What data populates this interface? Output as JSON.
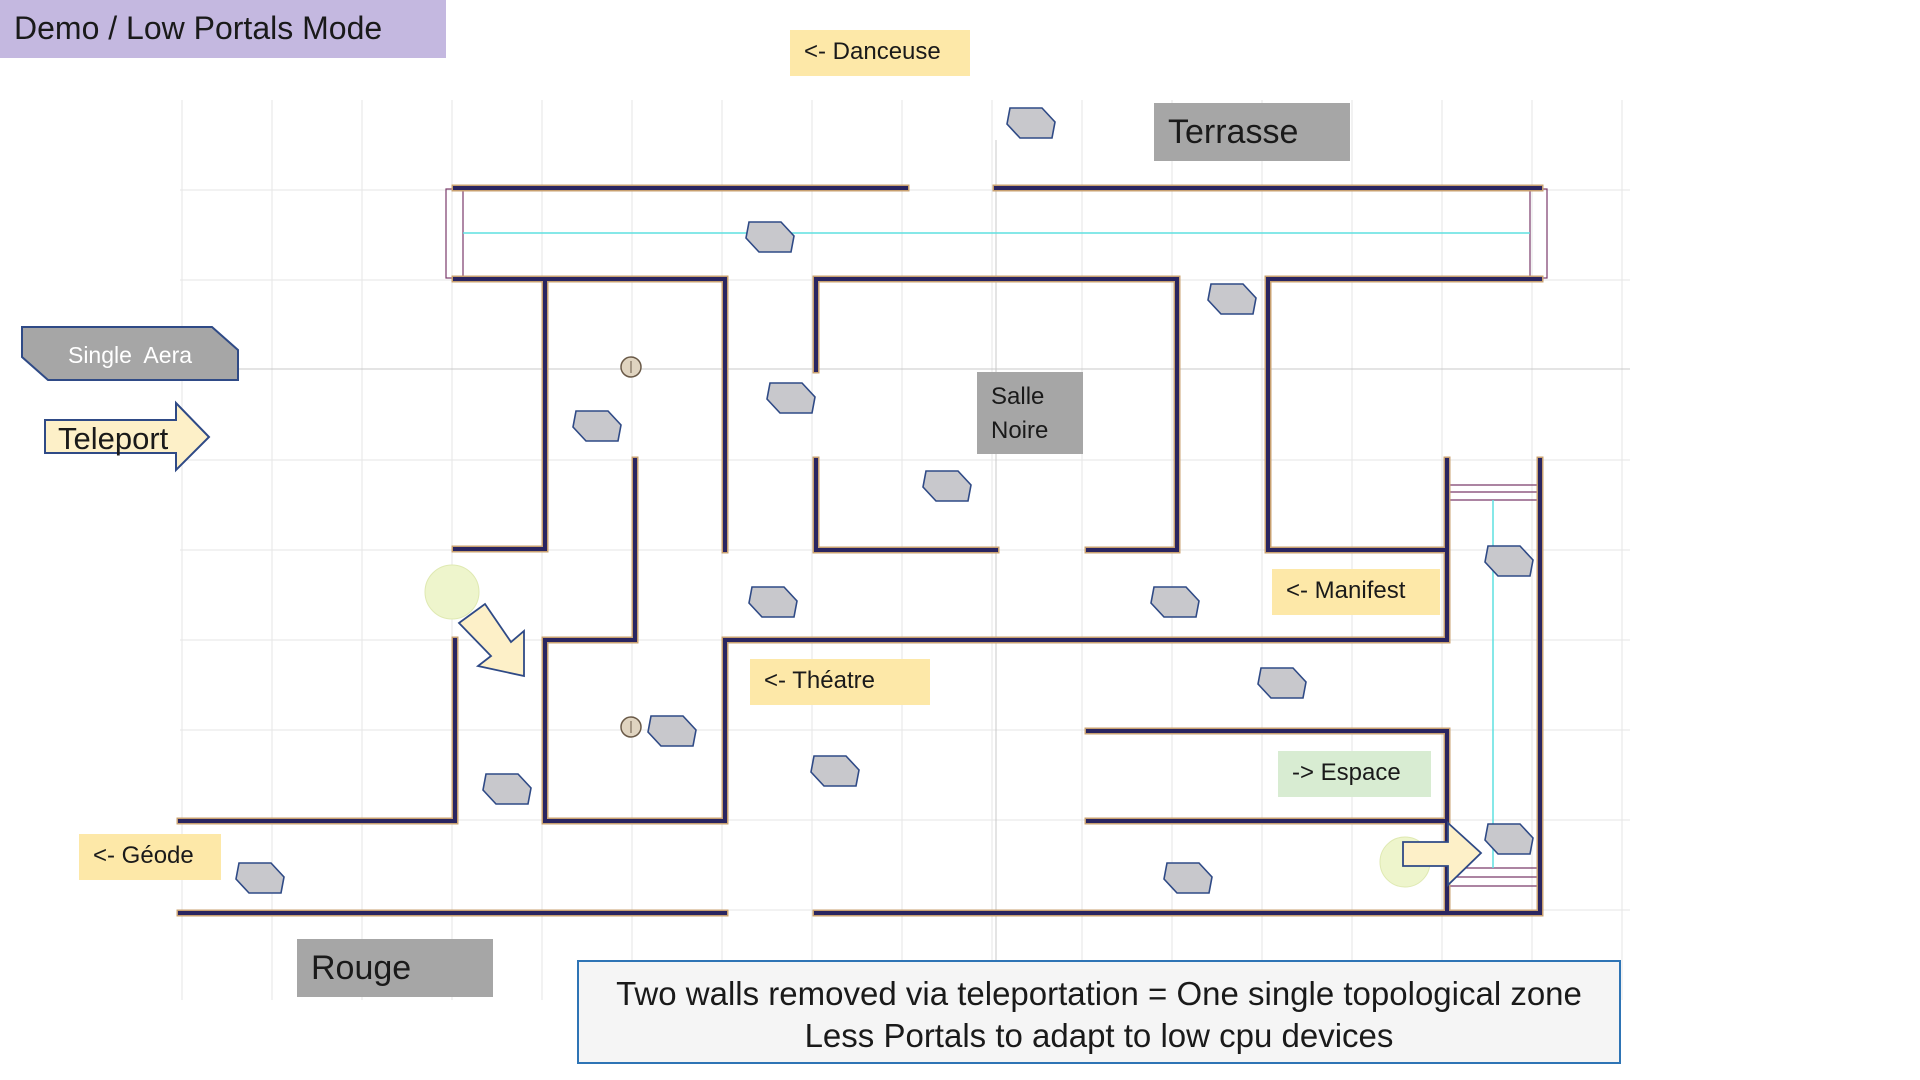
{
  "title": "Demo / Low Portals Mode",
  "labels": {
    "danceuse": "<- Danceuse",
    "terrasse": "Terrasse",
    "salle_noire_line1": "Salle",
    "salle_noire_line2": "Noire",
    "manifest": "<- Manifest",
    "theatre": "<- Théatre",
    "espace": "-> Espace",
    "geode": "<- Géode",
    "rouge": "Rouge"
  },
  "legend": {
    "single_area": "Single  Aera",
    "teleport": "Teleport"
  },
  "note": {
    "line1": "Two walls removed via teleportation = One single topological zone",
    "line2": "Less Portals to adapt to low cpu devices"
  },
  "colors": {
    "wall": "#2a2560",
    "wall_edge": "#c8a070",
    "portal_line": "#5fe0e0",
    "marker_fill": "#c8c8cc",
    "marker_stroke": "#2f4a86",
    "arrow_fill": "#fdf0c8",
    "grid": "#e4e4e4",
    "title_bg": "#c4b8e0",
    "yellow_tag": "#fde8a8",
    "green_tag": "#d8ecd2",
    "gray_tag": "#a6a6a6",
    "note_border": "#2e74b5"
  }
}
